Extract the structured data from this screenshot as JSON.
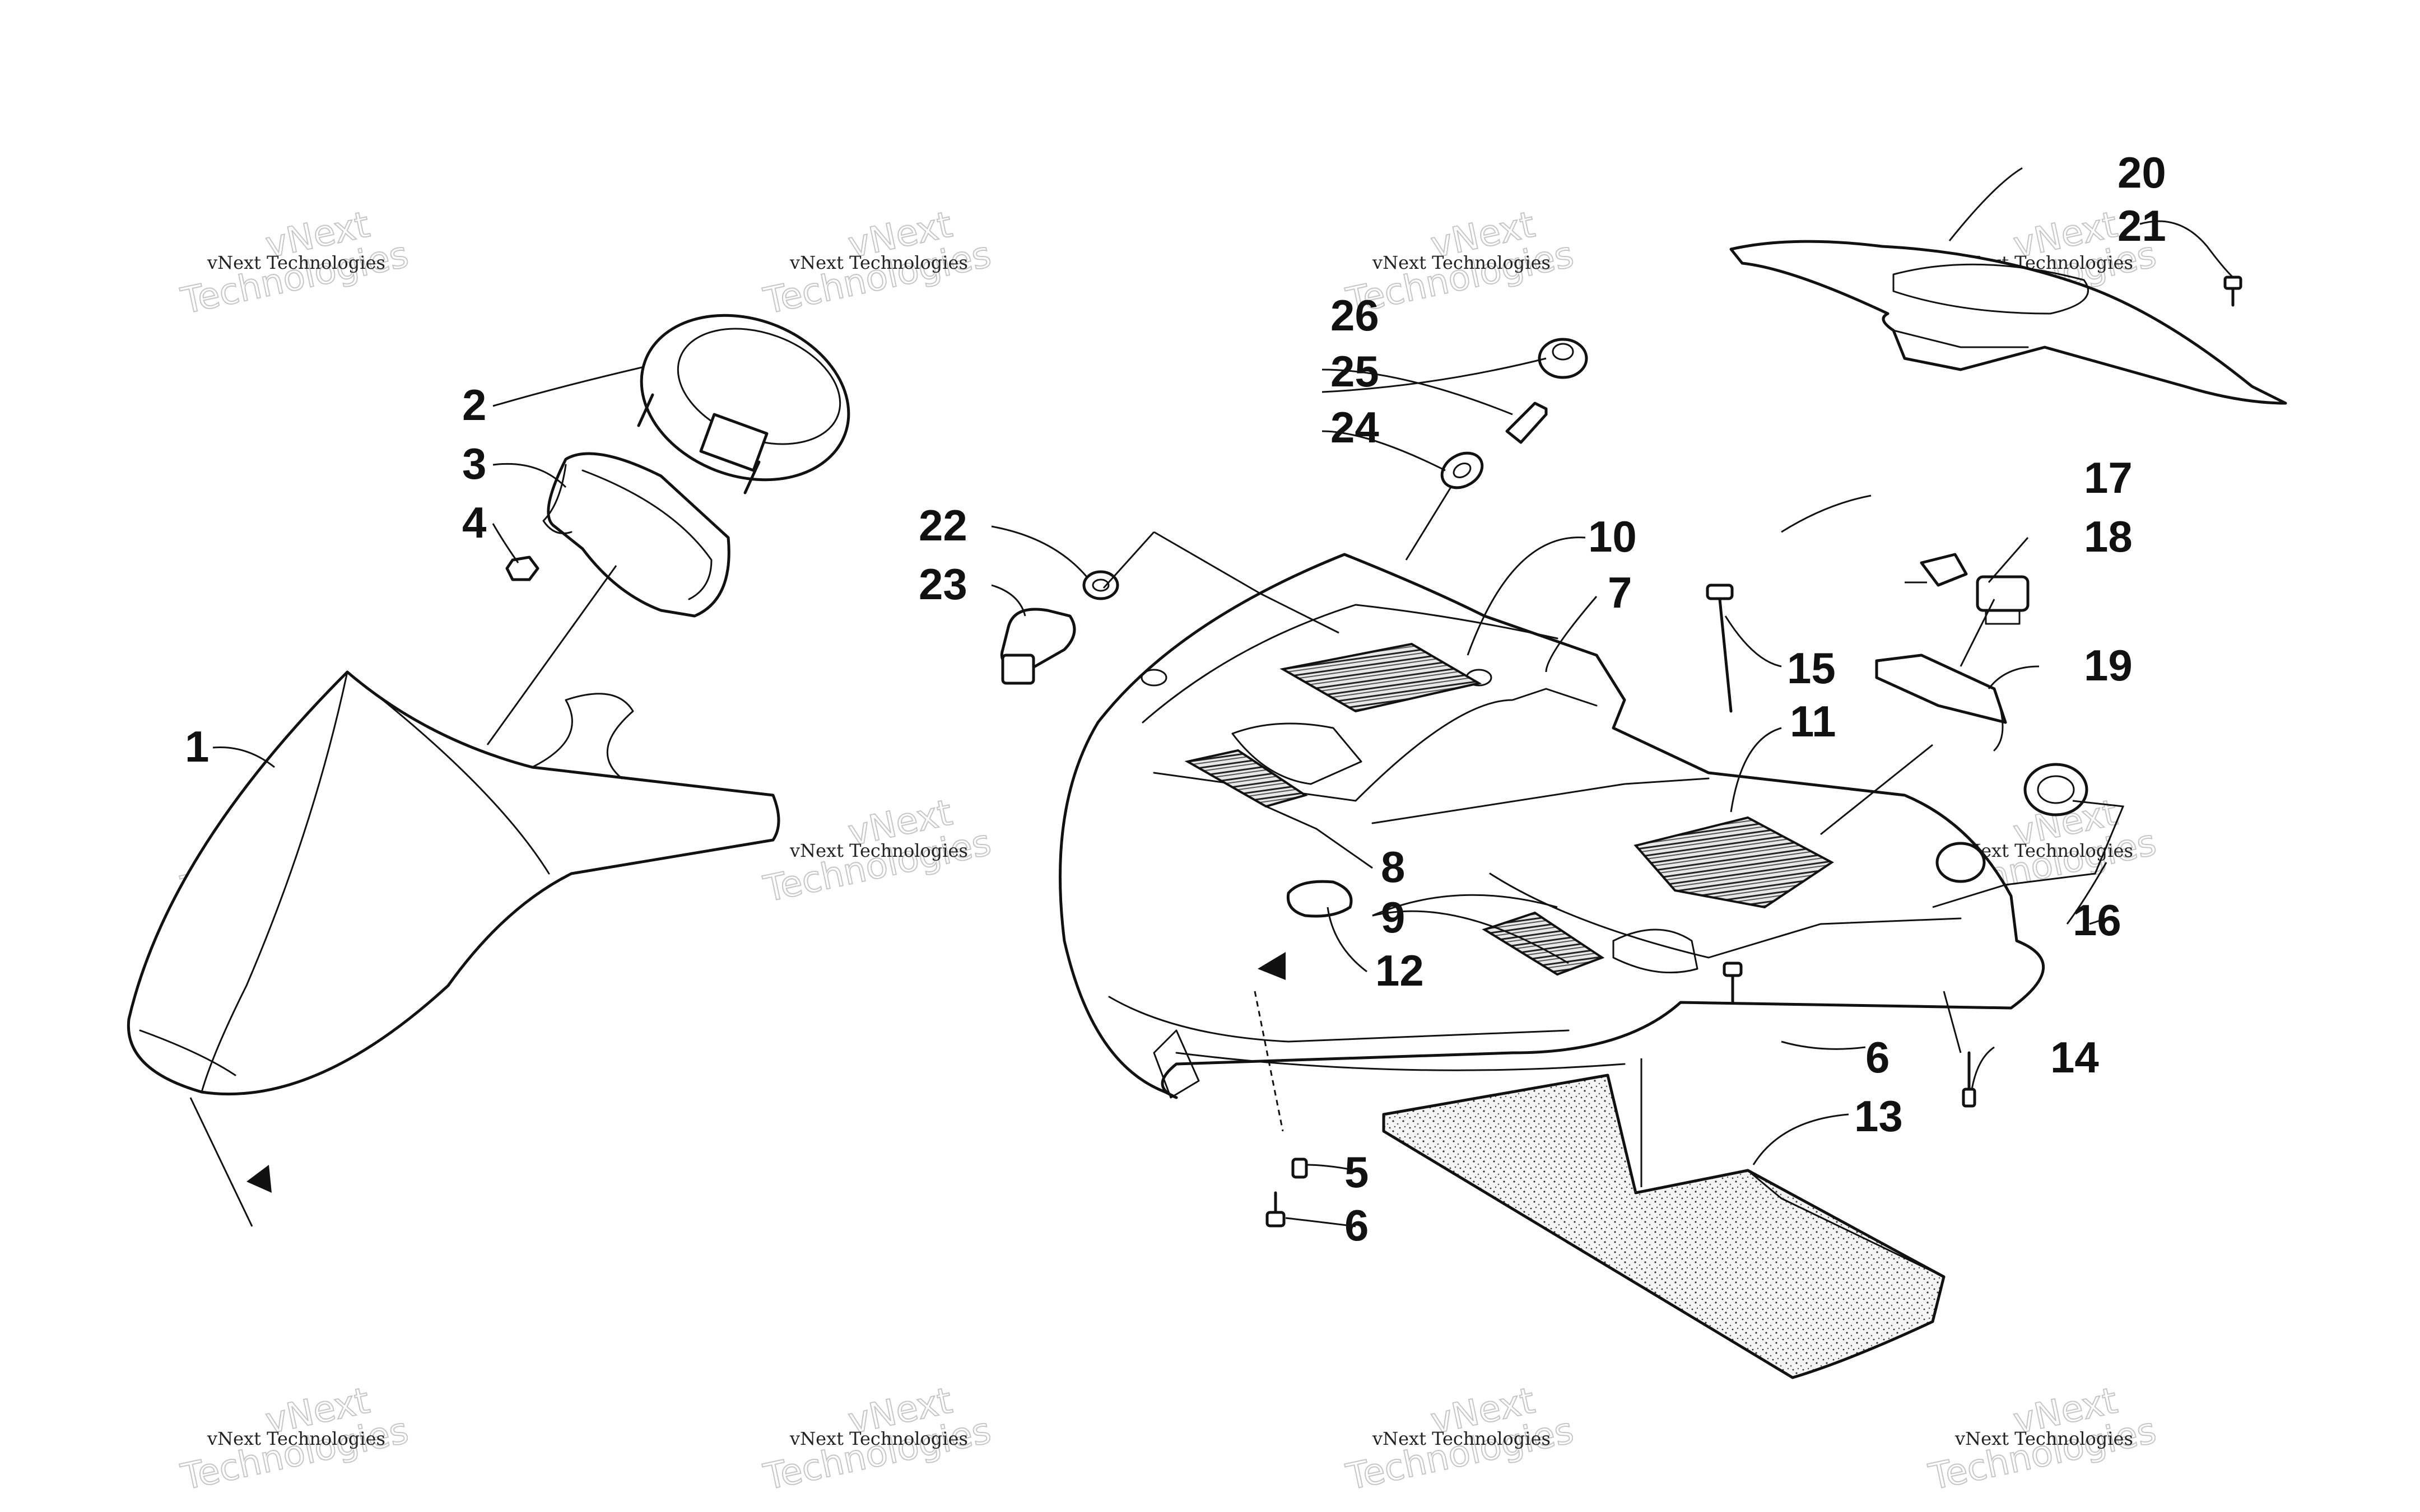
{
  "callouts": {
    "c1": "1",
    "c2": "2",
    "c3": "3",
    "c4": "4",
    "c5": "5",
    "c6a": "6",
    "c6b": "6",
    "c7": "7",
    "c8": "8",
    "c9": "9",
    "c10": "10",
    "c11": "11",
    "c12": "12",
    "c13": "13",
    "c14": "14",
    "c15": "15",
    "c16": "16",
    "c17": "17",
    "c18": "18",
    "c19": "19",
    "c20": "20",
    "c21": "21",
    "c22": "22",
    "c23": "23",
    "c24": "24",
    "c25": "25",
    "c26": "26"
  },
  "watermark": {
    "line1": "vNext",
    "line2": "Technologies",
    "small": "vNext Technologies"
  },
  "colors": {
    "ink": "#111111",
    "background": "#ffffff"
  }
}
